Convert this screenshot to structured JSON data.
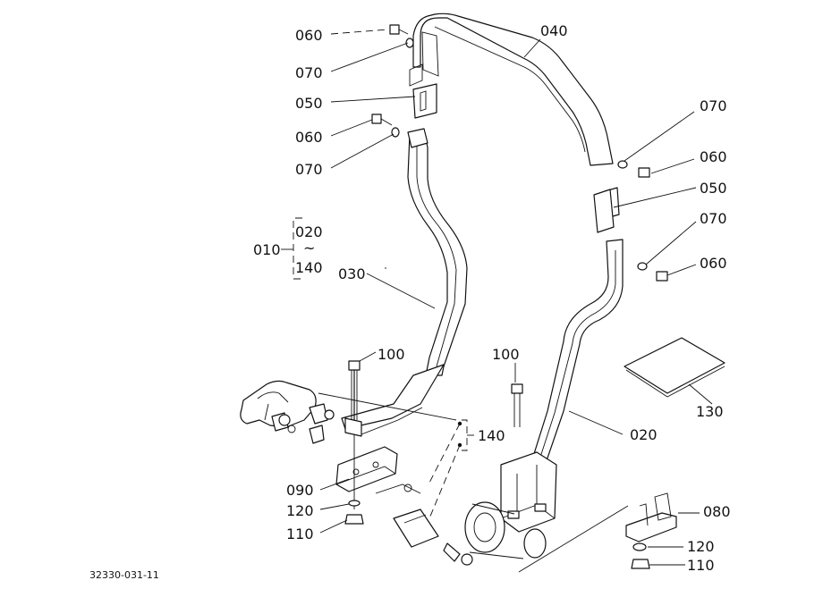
{
  "callouts": {
    "c060a": "060",
    "c070a": "070",
    "c050a": "050",
    "c060b": "060",
    "c070b": "070",
    "c040": "040",
    "c070c": "070",
    "c060c": "060",
    "c050b": "050",
    "c070d": "070",
    "c060d": "060",
    "c010": "010",
    "c020": "020",
    "c_tilde": "~",
    "c140a": "140",
    "c030": "030",
    "c100a": "100",
    "c100b": "100",
    "c140b": "140",
    "c020b": "020",
    "c130": "130",
    "c090": "090",
    "c120a": "120",
    "c110a": "110",
    "c080": "080",
    "c120b": "120",
    "c110b": "110"
  },
  "document_code": "32330-031-11"
}
